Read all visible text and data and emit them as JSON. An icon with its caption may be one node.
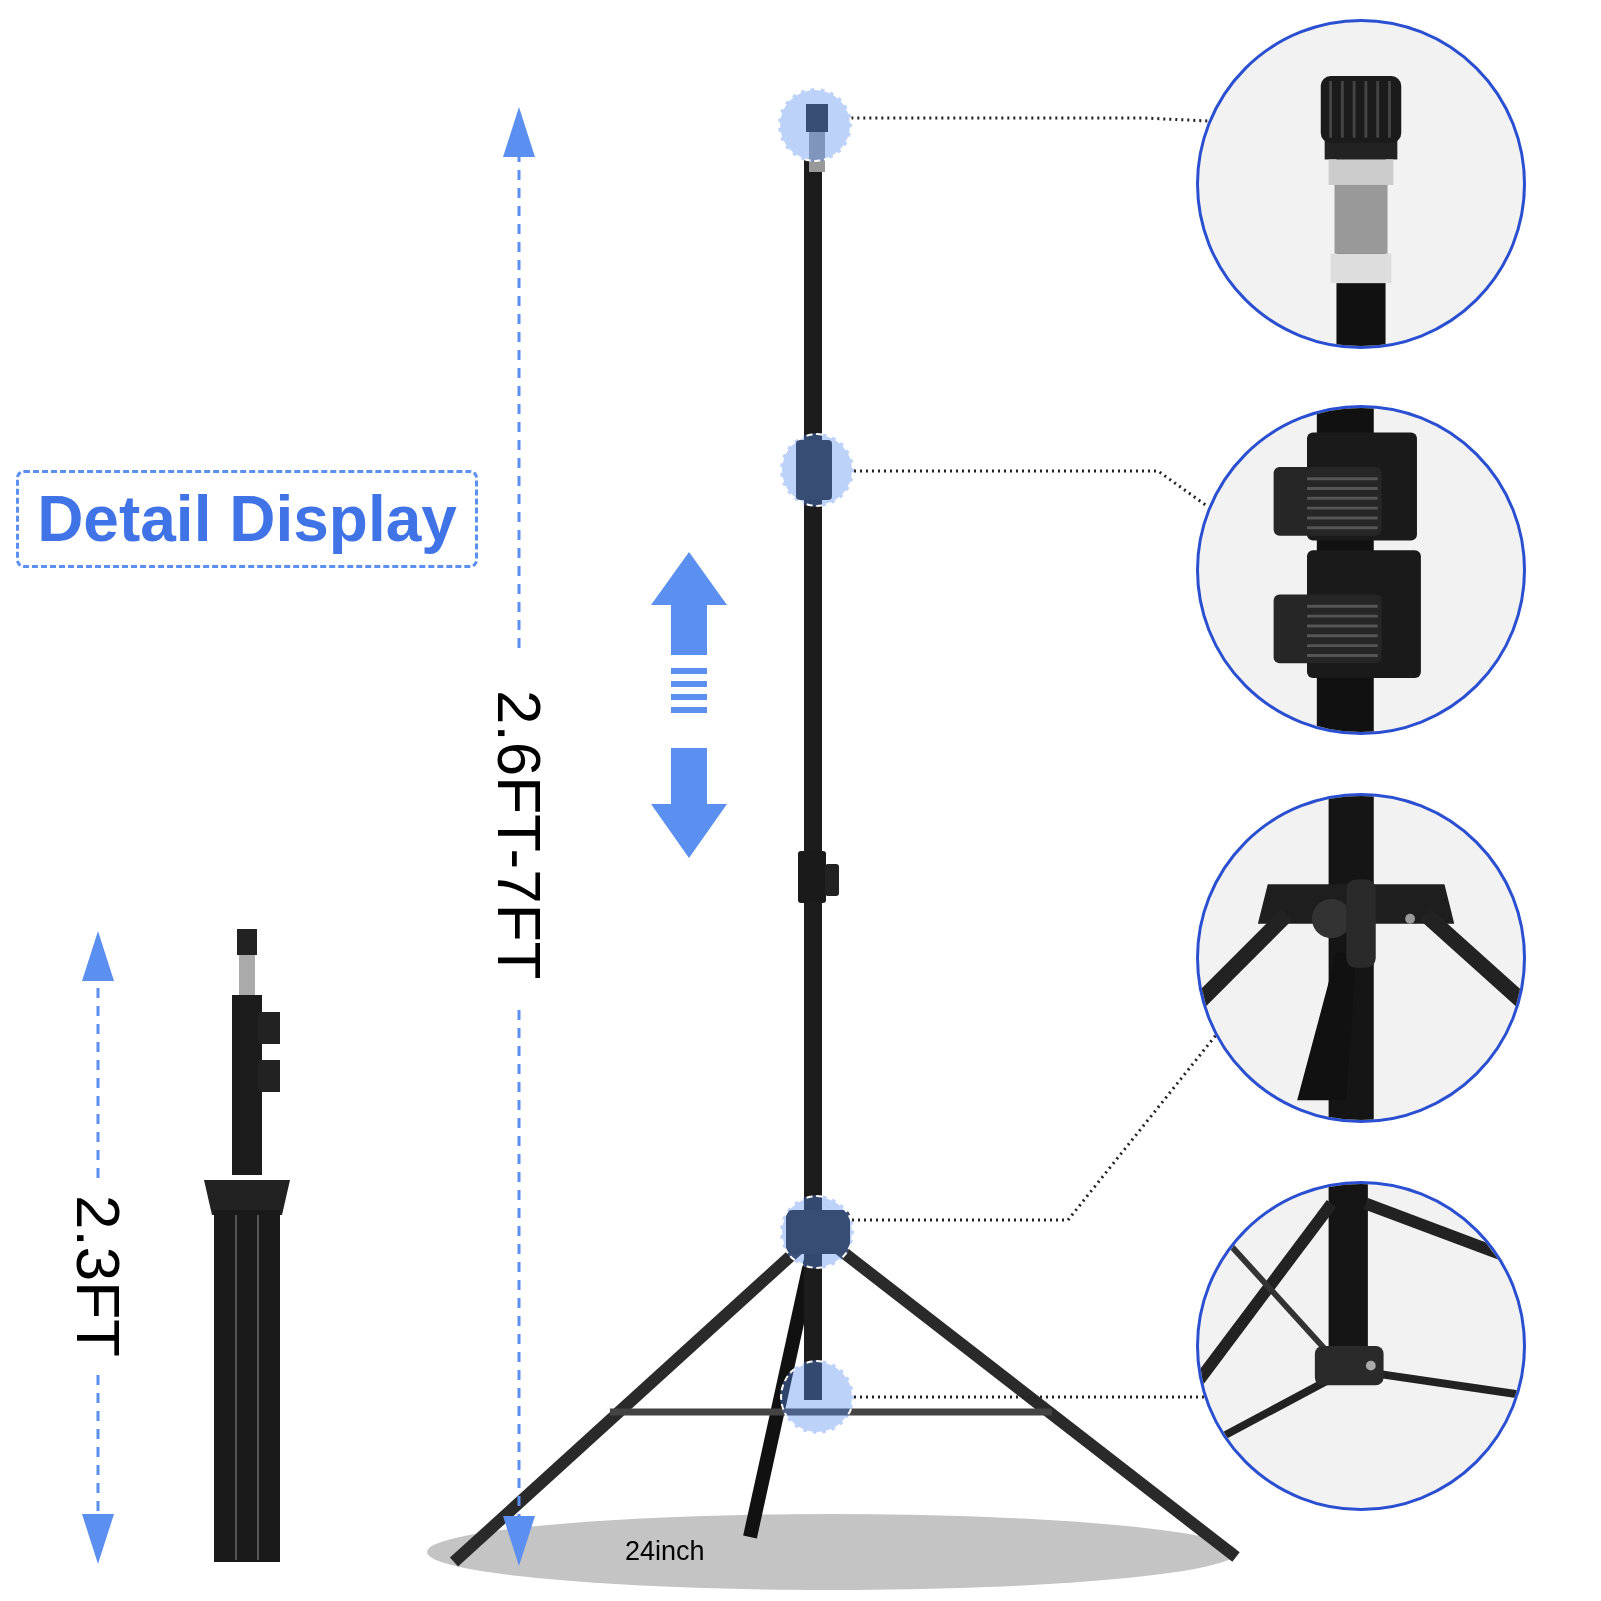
{
  "diagram": {
    "nodes": [
      {
        "text": [
          "Detail Display"
        ]
      },
      {
        "text": [],
        "shape": "circle"
      },
      {
        "text": [],
        "shape": "circle"
      },
      {
        "text": [],
        "shape": "circle"
      },
      {
        "text": [],
        "shape": "circle"
      },
      {
        "text": [],
        "shape": "picture"
      },
      {
        "text": [],
        "shape": "picture"
      },
      {
        "text": [],
        "shape": "picture"
      },
      {
        "text": [],
        "shape": "picture"
      }
    ],
    "edges": [
      {
        "from": 1,
        "to": 5,
        "arrow": "none"
      },
      {
        "from": 2,
        "to": 6,
        "arrow": "none"
      },
      {
        "from": 3,
        "to": 7,
        "arrow": "none"
      },
      {
        "from": 4,
        "to": 8,
        "arrow": "none"
      }
    ],
    "labels": [
      "2.6FT-7FT",
      "2.3FT",
      "24inch"
    ]
  }
}
